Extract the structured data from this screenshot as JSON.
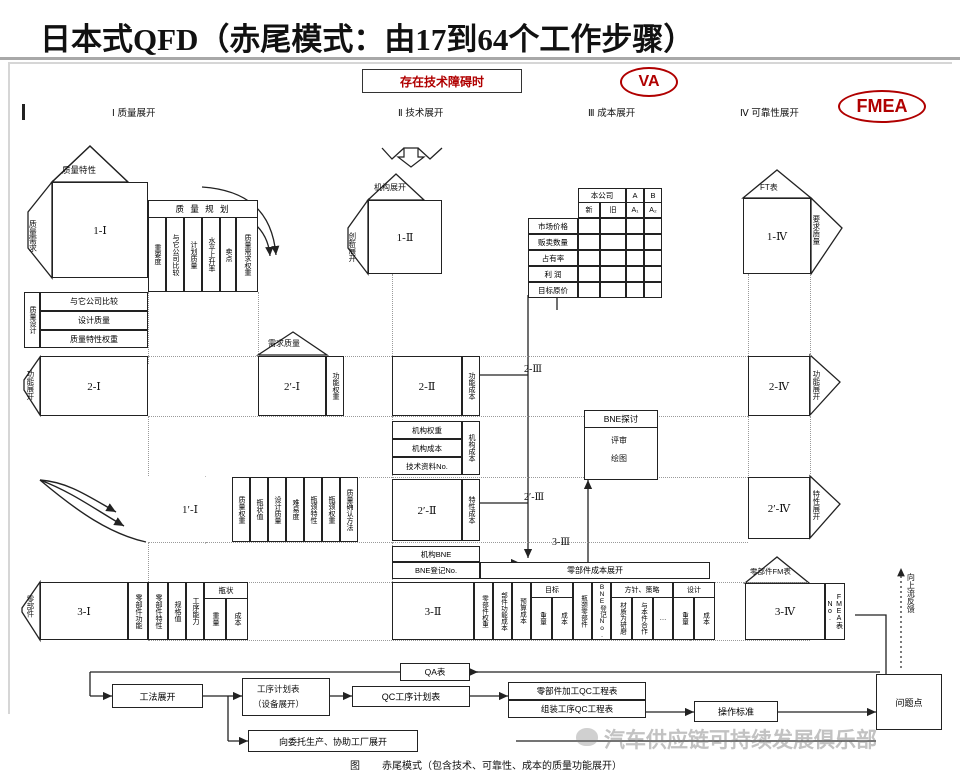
{
  "page": {
    "title": "日本式QFD（赤尾模式：由17到64个工作步骤）",
    "caption_fig": "图",
    "caption_text": "赤尾模式（包含技术、可靠性、成本的质量功能展开）",
    "watermark": "汽车供应链可持续发展俱乐部"
  },
  "callouts": {
    "tech_barrier": "存在技术障碍时",
    "va": "VA",
    "fmea": "FMEA"
  },
  "columns": [
    {
      "id": "I",
      "label": "Ⅰ 质量展开"
    },
    {
      "id": "II",
      "label": "Ⅱ 技术展开"
    },
    {
      "id": "III",
      "label": "Ⅲ 成本展开"
    },
    {
      "id": "IV",
      "label": "Ⅳ 可靠性展开"
    }
  ],
  "col1": {
    "roof_1i": "质量特性",
    "left_1i": "质量需求",
    "cell_1i": "1-Ⅰ",
    "plan_header": "质 量 规 划",
    "plan_cols": [
      "重要度",
      "与它公司比较",
      "计划质量",
      "水平上升率",
      "卖点",
      "质量需求权重"
    ],
    "design_side": "质量设计",
    "design_rows": [
      "与它公司比较",
      "设计质量",
      "质量特性权重"
    ],
    "left_2i": "功能展开",
    "cell_2i": "2-Ⅰ",
    "roof_2pi": "需求质量",
    "cell_2pi": "2′-Ⅰ",
    "side_2pi": "功能权重",
    "cell_1pi": "1′-Ⅰ",
    "cols_1pi": [
      "质量权重",
      "瓶状值",
      "设计质量",
      "难易度",
      "瓶颈特性",
      "瓶颈权重",
      "质量确认方法"
    ],
    "left_3i": "零部件",
    "cell_3i": "3-Ⅰ",
    "cols_3i": [
      "零部件功能",
      "零部件特性",
      "规格值",
      "工序能力"
    ],
    "group_3i": "瓶状",
    "group_3i_cols": [
      "重量",
      "成本"
    ]
  },
  "col2": {
    "roof_1ii": "机构展开",
    "left_1ii": "创新展开",
    "cell_1ii": "1-Ⅱ",
    "cell_2ii": "2-Ⅱ",
    "side_2ii": "功能成本",
    "rows_mid": [
      "机构权重",
      "机构成本",
      "技术资料No."
    ],
    "side_mid": "机构成本",
    "cell_2pii": "2′-Ⅱ",
    "side_2pii": "特性成本",
    "rows_bne": [
      "机构BNE",
      "BNE登记No."
    ],
    "cell_3ii": "3-Ⅱ",
    "band_3ii": "零部件成本展开",
    "cols_3ii": [
      "零部件权重",
      "部件功能成本",
      "预算成本"
    ],
    "group_target": "目标",
    "group_target_cols": [
      "重量",
      "成本"
    ],
    "cols_3ii_b": [
      "瓶颈零部件",
      "BNE登记No."
    ],
    "group_policy": "方针、策略",
    "group_policy_cols": [
      "材质为研磨",
      "与本件合作",
      "…"
    ],
    "group_design": "设计",
    "group_design_cols": [
      "重量",
      "成本"
    ]
  },
  "col3": {
    "table_head": [
      "本公司",
      "A",
      "B"
    ],
    "table_sub": [
      "新",
      "旧",
      "A₁",
      "A₂"
    ],
    "rows": [
      "市场价格",
      "贩卖数量",
      "占有率",
      "利  润",
      "目标原价"
    ],
    "arrow_2iii": "2-Ⅲ",
    "arrow_2piii": "2′-Ⅲ",
    "arrow_3iii": "3-Ⅲ",
    "bne_title": "BNE探讨",
    "bne_body": [
      "评审",
      "绘图"
    ]
  },
  "col4": {
    "roof_1iv": "FT表",
    "cell_1iv": "1-Ⅳ",
    "side_1iv": "要求质量",
    "cell_2iv": "2-Ⅳ",
    "side_2iv": "功能展开",
    "cell_2piv": "2′-Ⅳ",
    "side_2piv": "特性展开",
    "roof_3iv": "零部件FM表",
    "cell_3iv": "3-Ⅳ",
    "side_3iv": "FMEA表No.",
    "feedback": "向上流反馈"
  },
  "flow": {
    "qa": "QA表",
    "process": "工法展开",
    "plan": [
      "工序计划表",
      "（设备展开）"
    ],
    "qc": "QC工序计划表",
    "qc_part": [
      "零部件加工QC工程表",
      "组装工序QC工程表"
    ],
    "standard": "操作标准",
    "problem": "问题点",
    "outsource": "向委托生产、协助工厂展开"
  },
  "colors": {
    "red": "#b00000",
    "ink": "#222222",
    "guide": "#9a9a9a"
  }
}
